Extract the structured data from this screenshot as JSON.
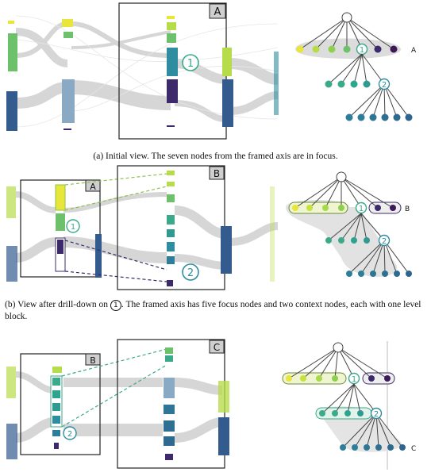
{
  "panels": [
    {
      "id": "a",
      "box_label": "A",
      "tree_label": "A",
      "marker": "1"
    },
    {
      "id": "b",
      "box_label": "B",
      "inner_label": "A",
      "tree_label": "B",
      "marker1": "1",
      "marker2": "2"
    },
    {
      "id": "c",
      "box_label": "C",
      "inner_label": "B",
      "tree_label": "C",
      "marker": "2"
    }
  ],
  "tree_markers": {
    "one": "1",
    "two": "2"
  },
  "captions": {
    "a": "(a) Initial view. The seven nodes from the framed axis are in focus.",
    "b_pre": "(b) View after drill-down on ",
    "b_marker": "1",
    "b_post": ". The framed axis has five focus nodes and two context nodes, each with one level block."
  },
  "colors": {
    "yellow": "#e8e63a",
    "lime": "#b7dc4a",
    "green": "#6cc16a",
    "teal": "#3aaa8a",
    "cyan": "#2e8ea0",
    "blue": "#335b8e",
    "purple": "#3c2a6a",
    "flow": "#d8d8d8",
    "flow_dark": "#b9b9b9"
  }
}
